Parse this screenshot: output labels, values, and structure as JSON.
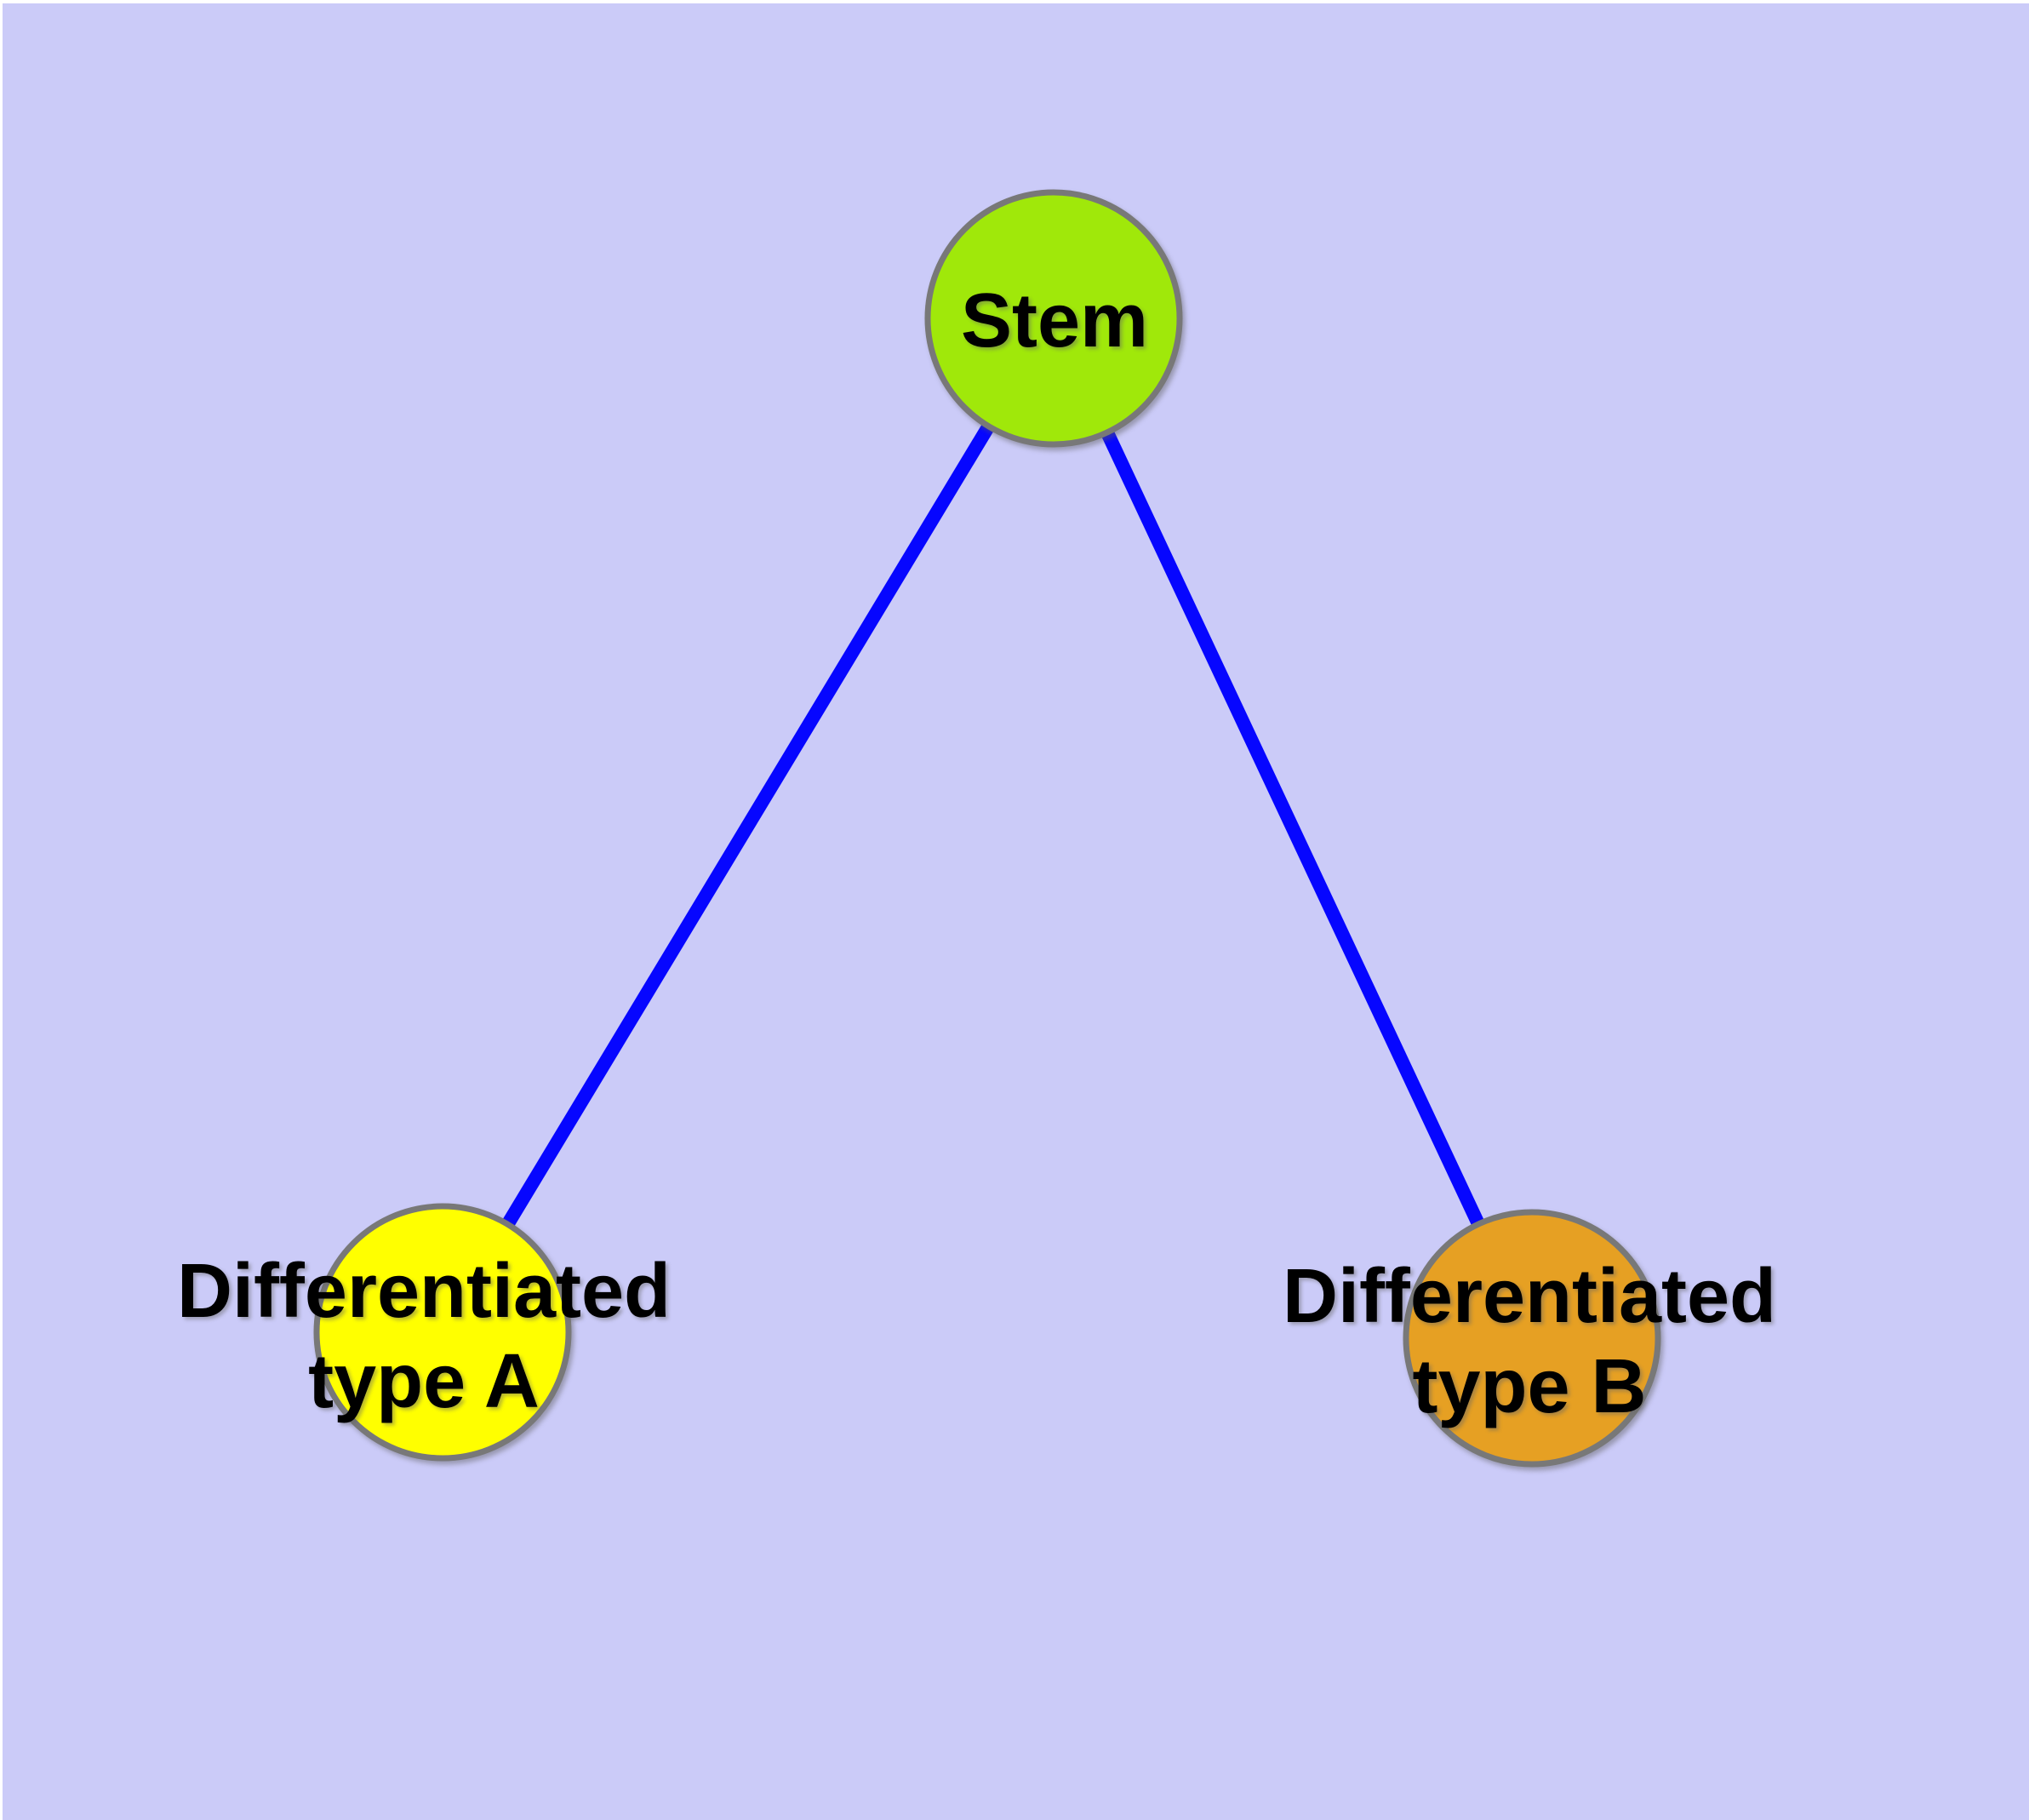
{
  "canvas": {
    "background_color": "#CBCBF8",
    "frame_color": "#FFFFFF"
  },
  "style": {
    "edge_color": "#0606FF",
    "node_border_color": "#787878",
    "label_color": "#000000"
  },
  "nodes": {
    "stem": {
      "label": "Stem",
      "fill": "#A0E80A"
    },
    "type_a": {
      "label_line1": "Differentiated",
      "label_line2": "type A",
      "fill": "#FFFF00"
    },
    "type_b": {
      "label_line1": "Differentiated",
      "label_line2": "type B",
      "fill": "#E6A023"
    }
  },
  "edges": [
    {
      "from": "Stem",
      "to": "Differentiated type A"
    },
    {
      "from": "Stem",
      "to": "Differentiated type B"
    }
  ]
}
